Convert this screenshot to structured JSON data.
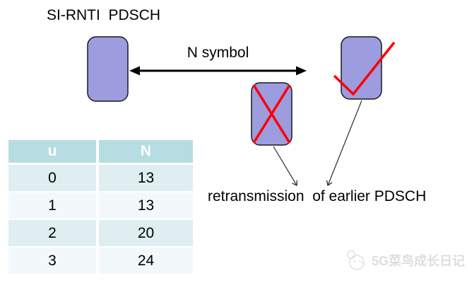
{
  "title": "SI-RNTI  PDSCH",
  "diagram": {
    "arrow_label": "N symbol",
    "caption": "retransmission  of earlier PDSCH",
    "colors": {
      "block_fill": "#9c9cdf",
      "block_border": "#1a1a1a",
      "mark_red": "#ff0000",
      "arrow_black": "#000000"
    }
  },
  "table": {
    "headers": [
      "u",
      "N"
    ],
    "rows": [
      [
        "0",
        "13"
      ],
      [
        "1",
        "13"
      ],
      [
        "2",
        "20"
      ],
      [
        "3",
        "24"
      ]
    ],
    "colors": {
      "header_bg": "#b6dde2",
      "header_text": "#ffffff",
      "row_dark_bg": "#deeef1",
      "row_light_bg": "#f3f9fb"
    }
  },
  "watermark": {
    "text": "5G菜鸟成长日记",
    "logo": "bird-logo"
  }
}
